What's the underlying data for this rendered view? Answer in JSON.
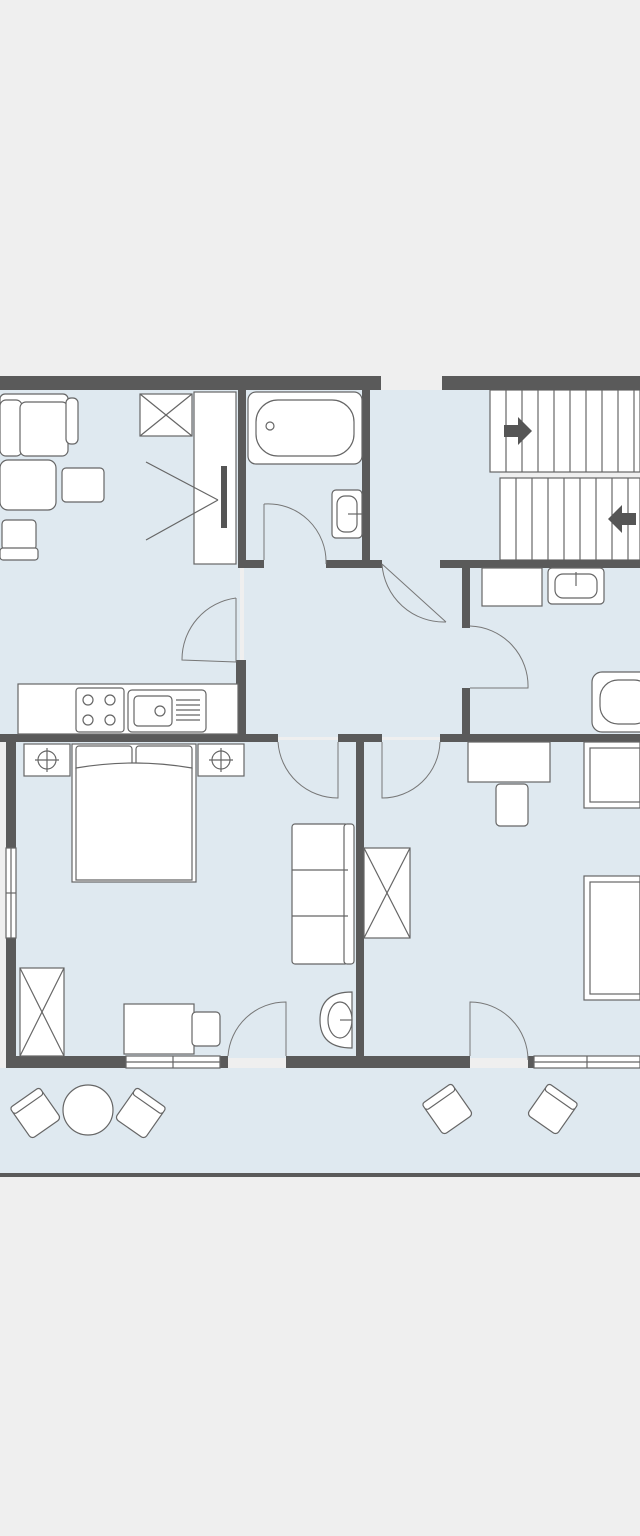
{
  "colors": {
    "page_background": "#efefef",
    "floor": "#dfe9f0",
    "walls": "#5a5a5a",
    "fixture_fill": "#ffffff",
    "fixture_stroke": "#666666"
  },
  "rooms": [
    {
      "name": "living-kitchen",
      "label": ""
    },
    {
      "name": "bathroom-top",
      "label": ""
    },
    {
      "name": "hallway",
      "label": ""
    },
    {
      "name": "staircase",
      "label": ""
    },
    {
      "name": "bathroom-right",
      "label": ""
    },
    {
      "name": "bedroom-left",
      "label": ""
    },
    {
      "name": "bedroom-right",
      "label": ""
    },
    {
      "name": "balcony",
      "label": ""
    }
  ],
  "fixtures": {
    "icons": [
      "sofa-icon",
      "armchair-icon",
      "chair-icon",
      "wardrobe-icon",
      "bathtub-icon",
      "washbasin-icon",
      "stove-icon",
      "kitchen-sink-icon",
      "bed-icon",
      "nightstand-lamp-icon",
      "desk-icon",
      "round-table-icon",
      "stair-arrow-icon",
      "door-swing-icon",
      "window-icon"
    ]
  }
}
